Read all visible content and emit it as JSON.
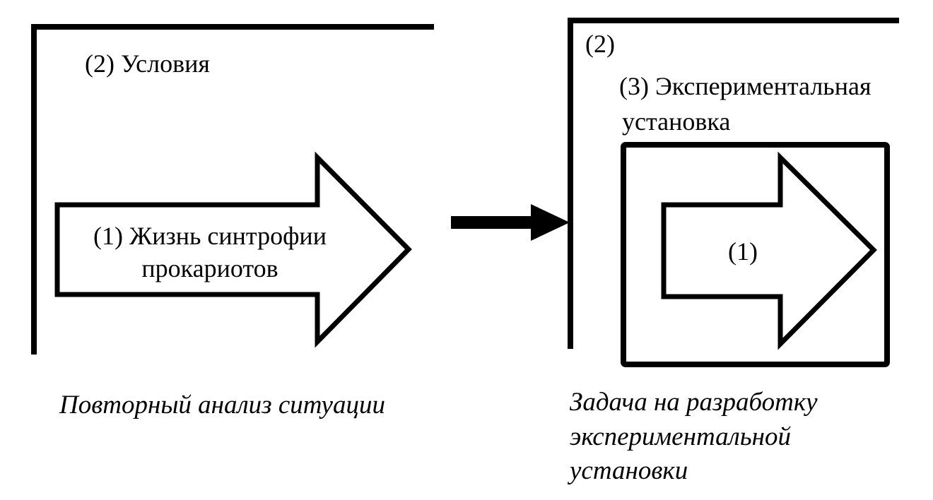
{
  "left_panel": {
    "conditions_label": "(2) Условия",
    "arrow_label_line1": "(1) Жизнь синтрофии",
    "arrow_label_line2": "прокариотов",
    "caption": "Повторный анализ ситуации"
  },
  "right_panel": {
    "conditions_label": "(2)",
    "setup_label_line1": "(3) Экспериментальная",
    "setup_label_line2": "установка",
    "inner_arrow_label": "(1)",
    "caption_line1": "Задача на разработку",
    "caption_line2": "экспериментальной",
    "caption_line3": "установки"
  },
  "colors": {
    "stroke": "#000000",
    "background": "#ffffff"
  }
}
